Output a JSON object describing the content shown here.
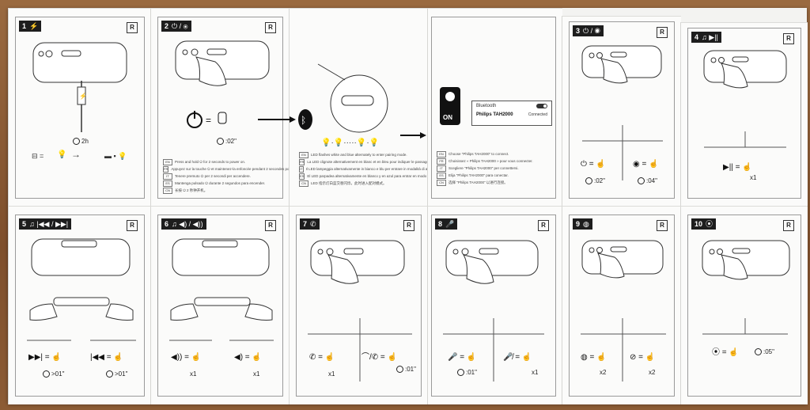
{
  "colors": {
    "sheet": "#f3f3f1",
    "ink": "#1d1d1d",
    "wood": "#8a5a34"
  },
  "panels": {
    "p1": {
      "number": "1",
      "symbol": "⚡",
      "region": "R",
      "time": "2h"
    },
    "p2": {
      "number": "2",
      "symbol": "⏻ / ⦿",
      "region": "R",
      "time": ":02\"",
      "languages": [
        {
          "code": "EN",
          "text": "Press and hold ⏻ for 2 seconds to power on."
        },
        {
          "code": "FR",
          "text": "Appuyez sur la touche ⏻ et maintenez-la enfoncée pendant 2 secondes pour allumer l'appareil."
        },
        {
          "code": "IT",
          "text": "Tenere premuto ⏻ per 2 secondi per accendere."
        },
        {
          "code": "ES",
          "text": "Mantenga pulsado ⏻ durante 2 segundos para encender."
        },
        {
          "code": "CN",
          "text": "长按 ⏻ 2 秒钟开机。"
        }
      ]
    },
    "p2b": {
      "languages": [
        {
          "code": "EN",
          "text": "LED flashes white and blue alternately to enter pairing mode."
        },
        {
          "code": "FR",
          "text": "La LED clignote alternativement en blanc et en bleu pour indiquer le passage en mode d'appairage."
        },
        {
          "code": "IT",
          "text": "Il LED lampeggia alternativamente in bianco e blu per entrare in modalità di associazione."
        },
        {
          "code": "ES",
          "text": "El LED parpadea alternativamente en blanco y en azul para entrar en modo de vinculación."
        },
        {
          "code": "CN",
          "text": "LED 指示灯白蓝交替闪烁，此时进入配对模式。"
        }
      ]
    },
    "p2c": {
      "on_label": "ON",
      "card": {
        "bluetooth": "Bluetooth",
        "device": "Philips TAH2000",
        "status": "Connected"
      },
      "languages": [
        {
          "code": "EN",
          "text": "Choose \"Philips TAH2000\" to connect."
        },
        {
          "code": "FR",
          "text": "Choisissez « Philips TAH2000 » pour vous connecter."
        },
        {
          "code": "IT",
          "text": "Scegliere \"Philips TAH2000\" per connettersi."
        },
        {
          "code": "ES",
          "text": "Elija \"Philips TAH2000\" para conectar."
        },
        {
          "code": "CN",
          "text": "选择 \"Philips TAH2000\" 以进行连接。"
        }
      ]
    },
    "p3": {
      "number": "3",
      "symbol": "⏻ / ◉",
      "region": "R",
      "time_a": ":02\"",
      "time_b": ":04\""
    },
    "p4": {
      "number": "4",
      "symbol": "♫ ▶||",
      "region": "R",
      "mult": "x1"
    },
    "p5": {
      "number": "5",
      "symbol": "♫ |◀◀ / ▶▶|",
      "region": "R",
      "time_a": ">01\"",
      "time_b": ">01\""
    },
    "p6": {
      "number": "6",
      "symbol": "♫ ◀) / ◀))",
      "region": "R",
      "mult_a": "x1",
      "mult_b": "x1"
    },
    "p7": {
      "number": "7",
      "symbol": "✆",
      "region": "R",
      "mult": "x1",
      "time": ":01\""
    },
    "p8": {
      "number": "8",
      "symbol": "🎤",
      "region": "R",
      "time": ":01\"",
      "mult": "x1"
    },
    "p9": {
      "number": "9",
      "symbol": "◍",
      "region": "R",
      "mult_a": "x2",
      "mult_b": "x2"
    },
    "p10": {
      "number": "10",
      "symbol": "⦿",
      "region": "R",
      "time": ":05\""
    }
  }
}
